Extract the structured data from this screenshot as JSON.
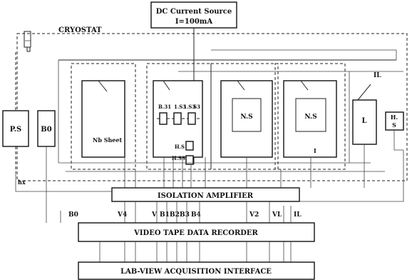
{
  "source": {
    "title": "DC Current Source",
    "value": "I=100mA"
  },
  "cryostat_label": "CRYOSTAT",
  "labels": {
    "ps": "P.S",
    "b0_box": "B0",
    "nb_sheet": "Nb Sheet",
    "b31": "B.31",
    "s3a": "1.S3",
    "s3b": "1.S3",
    "s3c": "S3",
    "ns1": "N.S",
    "ns2": "N.S",
    "l_box": "L",
    "hs_top": "H.",
    "hs_bottom": "S",
    "il_top": "IL",
    "i_label": "I",
    "hs_small_a": "H.S",
    "hs_small_b": "H.SS",
    "hx": "hx"
  },
  "isolation_amplifier": "ISOLATION AMPLIFIER",
  "channels": [
    "B0",
    "V4",
    "V",
    "B1",
    "B2",
    "B3",
    "B4",
    "V2",
    "VL",
    "IL"
  ],
  "recorder": "VIDEO TAPE DATA RECORDER",
  "interface": "LAB-VIEW ACQUISITION INTERFACE"
}
